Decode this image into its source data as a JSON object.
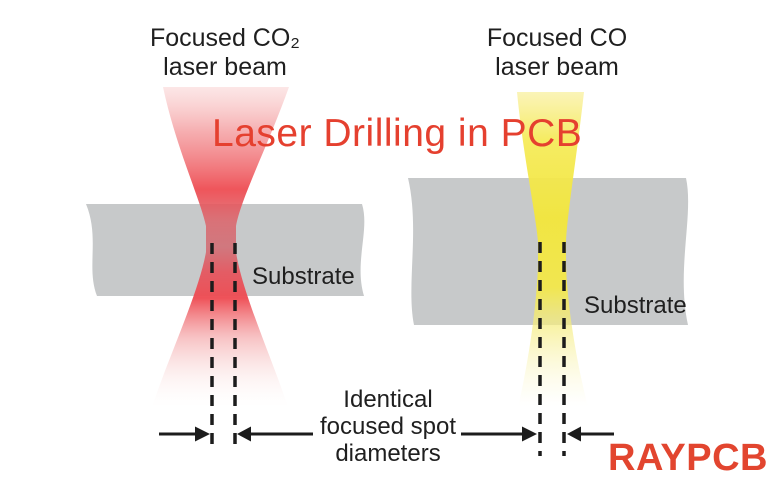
{
  "title": "Laser Drilling in PCB",
  "brand": "RAYPCB",
  "left_diagram": {
    "beam_label_line1": "Focused CO₂",
    "beam_label_line2": "laser beam",
    "substrate_label": "Substrate"
  },
  "right_diagram": {
    "beam_label_line1": "Focused CO",
    "beam_label_line2": "laser beam",
    "substrate_label": "Substrate"
  },
  "annotation": {
    "line1": "Identical",
    "line2": "focused spot",
    "line3": "diameters"
  },
  "colors": {
    "accent_red": "#e5402f",
    "brand_red": "#e2452f",
    "substrate_gray": "#c7c9ca",
    "co2_beam_red": "#ee4e54",
    "co_beam_yellow": "#f2e63e",
    "line_black": "#1c1c1c",
    "text_black": "#1f1f1f",
    "background": "#ffffff"
  }
}
